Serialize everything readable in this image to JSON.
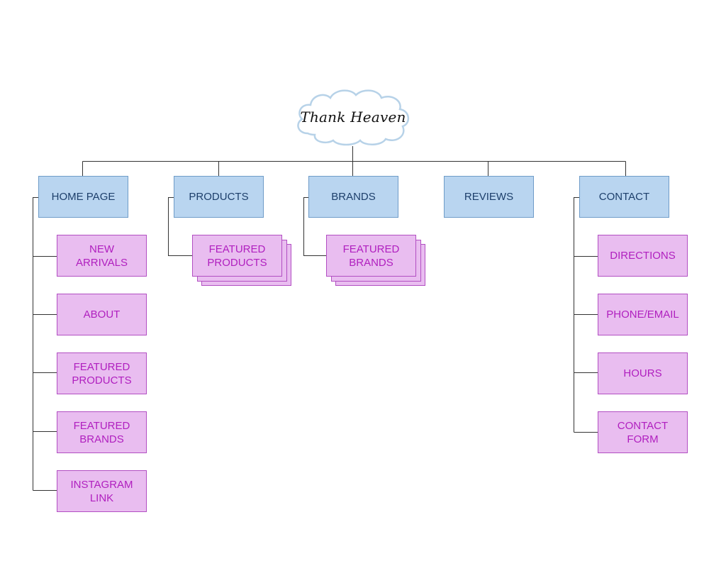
{
  "site": {
    "logo_text": "Thank Heaven"
  },
  "sections": [
    {
      "label": "HOME PAGE"
    },
    {
      "label": "PRODUCTS"
    },
    {
      "label": "BRANDS"
    },
    {
      "label": "REVIEWS"
    },
    {
      "label": "CONTACT"
    }
  ],
  "home_children": [
    {
      "label": "NEW\nARRIVALS"
    },
    {
      "label": "ABOUT"
    },
    {
      "label": "FEATURED\nPRODUCTS"
    },
    {
      "label": "FEATURED\nBRANDS"
    },
    {
      "label": "INSTAGRAM\nLINK"
    }
  ],
  "products_children": [
    {
      "label": "FEATURED\nPRODUCTS"
    }
  ],
  "brands_children": [
    {
      "label": "FEATURED\nBRANDS"
    }
  ],
  "contact_children": [
    {
      "label": "DIRECTIONS"
    },
    {
      "label": "PHONE/EMAIL"
    },
    {
      "label": "HOURS"
    },
    {
      "label": "CONTACT\nFORM"
    }
  ],
  "colors": {
    "section_fill": "#b9d5f0",
    "section_border": "#6f9cc8",
    "section_text": "#1d3f6b",
    "page_fill": "#e9bdf0",
    "page_border": "#b24fc2",
    "page_text": "#b01fbf",
    "connector": "#333333",
    "cloud_outline": "#b7d2e8"
  }
}
